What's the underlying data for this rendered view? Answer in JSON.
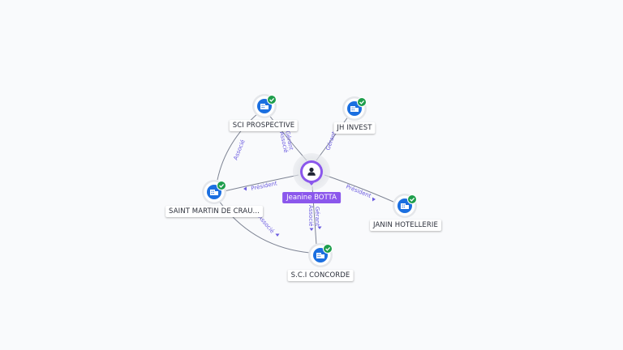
{
  "person": {
    "name": "Jeanine BOTTA",
    "icon": "person-icon",
    "color": "#8b57ec"
  },
  "companies": [
    {
      "id": "sci-prospective",
      "name": "SCI PROSPECTIVE",
      "icon": "building-icon",
      "status": "check-icon"
    },
    {
      "id": "jh-invest",
      "name": "JH INVEST",
      "icon": "building-icon",
      "status": "check-icon"
    },
    {
      "id": "saint-martin",
      "name": "SAINT MARTIN DE CRAU...",
      "icon": "building-icon",
      "status": "check-icon"
    },
    {
      "id": "janin-hotellerie",
      "name": "JANIN HOTELLERIE",
      "icon": "building-icon",
      "status": "check-icon"
    },
    {
      "id": "sci-concorde",
      "name": "S.C.I CONCORDE",
      "icon": "building-icon",
      "status": "check-icon"
    }
  ],
  "edges": [
    {
      "from": "person",
      "to": "sci-prospective",
      "labels": [
        "Gérant",
        "Associé"
      ]
    },
    {
      "from": "person",
      "to": "jh-invest",
      "labels": [
        "Gérant"
      ]
    },
    {
      "from": "person",
      "to": "saint-martin",
      "labels": [
        "Président"
      ]
    },
    {
      "from": "person",
      "to": "janin-hotellerie",
      "labels": [
        "Président"
      ]
    },
    {
      "from": "person",
      "to": "sci-concorde",
      "labels": [
        "Gérant",
        "Associé"
      ]
    },
    {
      "from": "saint-martin",
      "to": "sci-prospective",
      "labels": [
        "Associé"
      ]
    },
    {
      "from": "saint-martin",
      "to": "sci-concorde",
      "labels": [
        "Associé"
      ]
    }
  ],
  "colors": {
    "company": "#1b6fe0",
    "check": "#1e9e4c",
    "edge_label": "#6c5ce0",
    "edge": "#7d8393"
  }
}
